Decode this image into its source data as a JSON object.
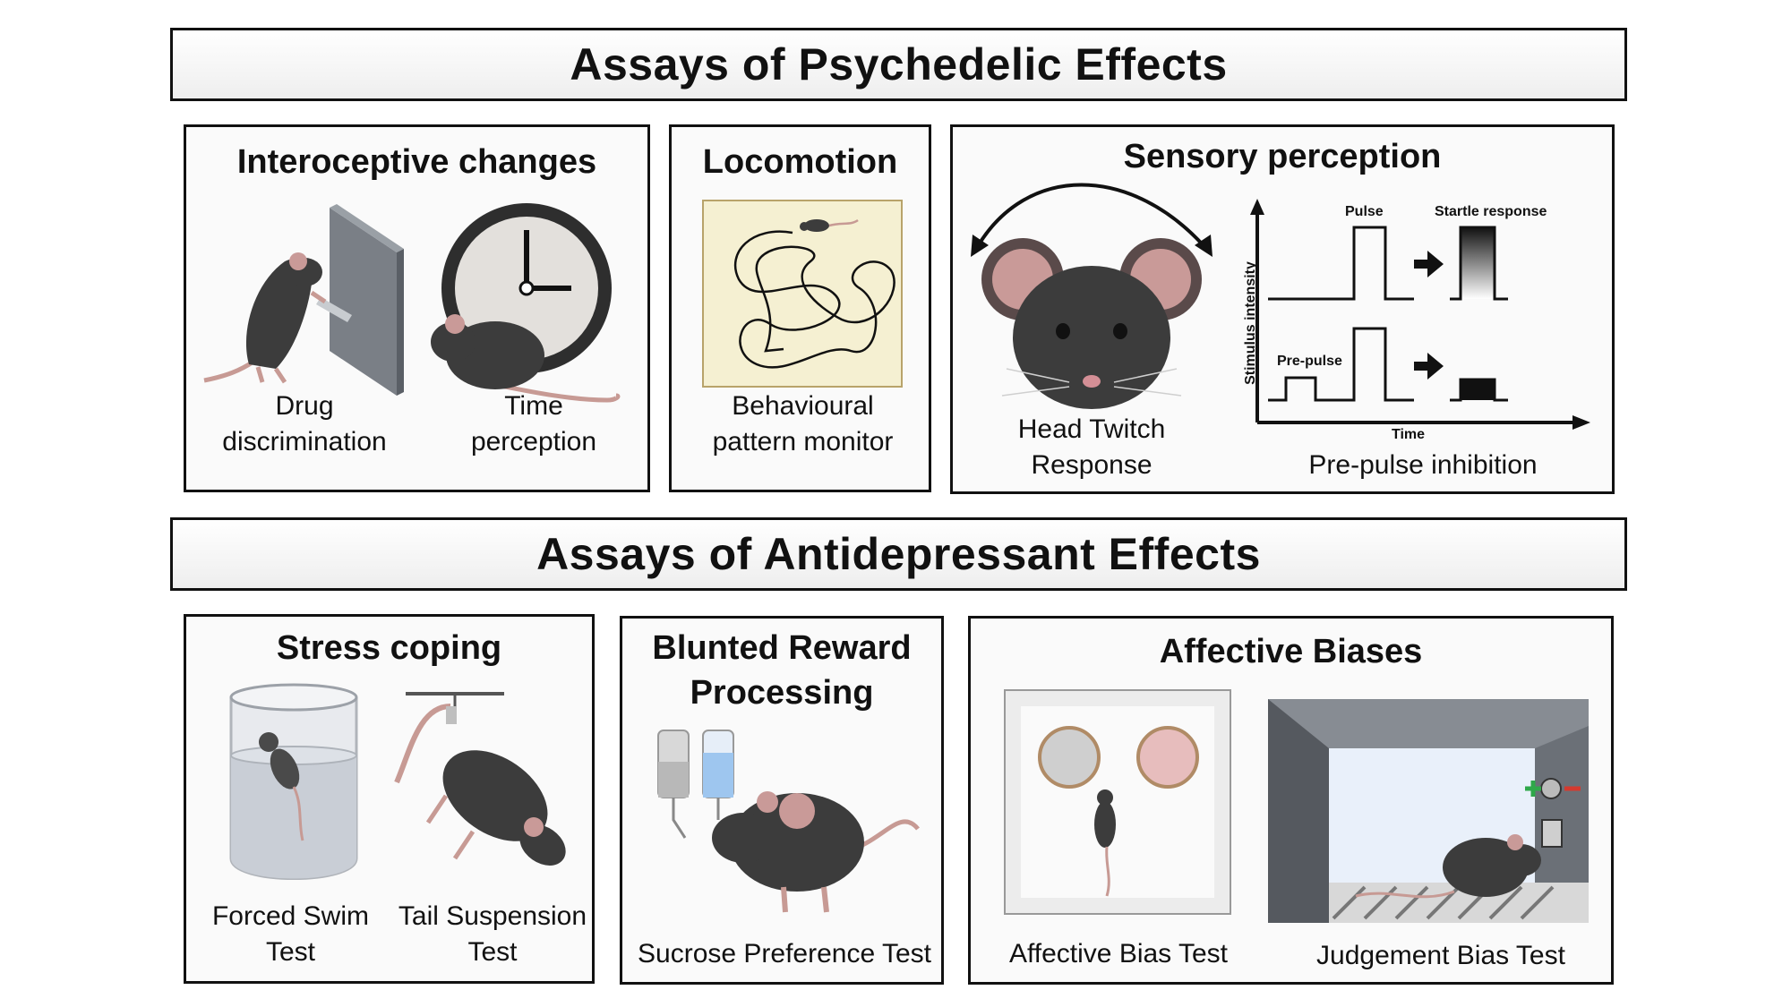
{
  "headers": {
    "psychedelic": "Assays of Psychedelic Effects",
    "antidepressant": "Assays of Antidepressant Effects"
  },
  "panels": {
    "interoceptive": {
      "title": "Interoceptive changes",
      "captions": {
        "drug": "Drug\ndiscrimination",
        "time": "Time\nperception"
      }
    },
    "locomotion": {
      "title": "Locomotion",
      "caption": "Behavioural\npattern monitor"
    },
    "sensory": {
      "title": "Sensory perception",
      "head_caption": "Head Twitch\nResponse",
      "ppi_caption": "Pre-pulse inhibition",
      "chart_labels": {
        "pulse": "Pulse",
        "startle": "Startle response",
        "prepulse": "Pre-pulse",
        "yaxis": "Stimulus intensity",
        "xaxis": "Time"
      }
    },
    "stress": {
      "title": "Stress coping",
      "captions": {
        "swim": "Forced Swim\nTest",
        "tail": "Tail Suspension\nTest"
      }
    },
    "reward": {
      "title": "Blunted Reward\nProcessing",
      "caption": "Sucrose Preference Test"
    },
    "affective": {
      "title": "Affective Biases",
      "captions": {
        "abt": "Affective Bias Test",
        "jbt": "Judgement Bias Test"
      }
    }
  },
  "colors": {
    "mouse_body": "#3c3c3c",
    "mouse_ear": "#c99a98",
    "tail": "#c79a94",
    "arena_bg": "#f5f0d2",
    "plus": "#2fa84a",
    "minus": "#d43a2f"
  }
}
